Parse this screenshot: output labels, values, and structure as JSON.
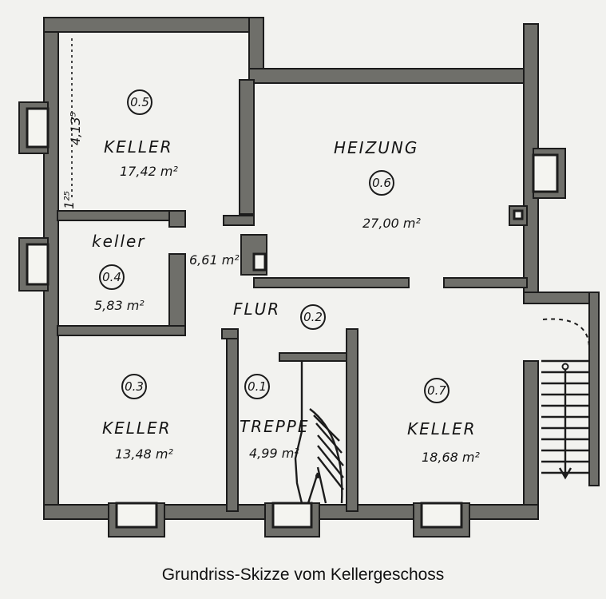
{
  "caption": "Grundriss-Skizze vom Kellergeschoss",
  "rooms": [
    {
      "id": "r05",
      "number": "0.5",
      "name": "KELLER",
      "area": "17,42 m²"
    },
    {
      "id": "r04",
      "number": "0.4",
      "name": "keller",
      "area": "5,83 m²"
    },
    {
      "id": "r03",
      "number": "0.3",
      "name": "KELLER",
      "area": "13,48 m²"
    },
    {
      "id": "r06",
      "number": "0.6",
      "name": "HEIZUNG",
      "area": "27,00 m²"
    },
    {
      "id": "r02",
      "number": "0.2",
      "name": "FLUR",
      "area": "6,61 m²"
    },
    {
      "id": "r01",
      "number": "0.1",
      "name": "TREPPE",
      "area": "4,99 m²"
    },
    {
      "id": "r07",
      "number": "0.7",
      "name": "KELLER",
      "area": "18,68 m²"
    }
  ],
  "dimensions": {
    "height_upper": "4,13⁵",
    "height_lower": "1²⁵"
  }
}
